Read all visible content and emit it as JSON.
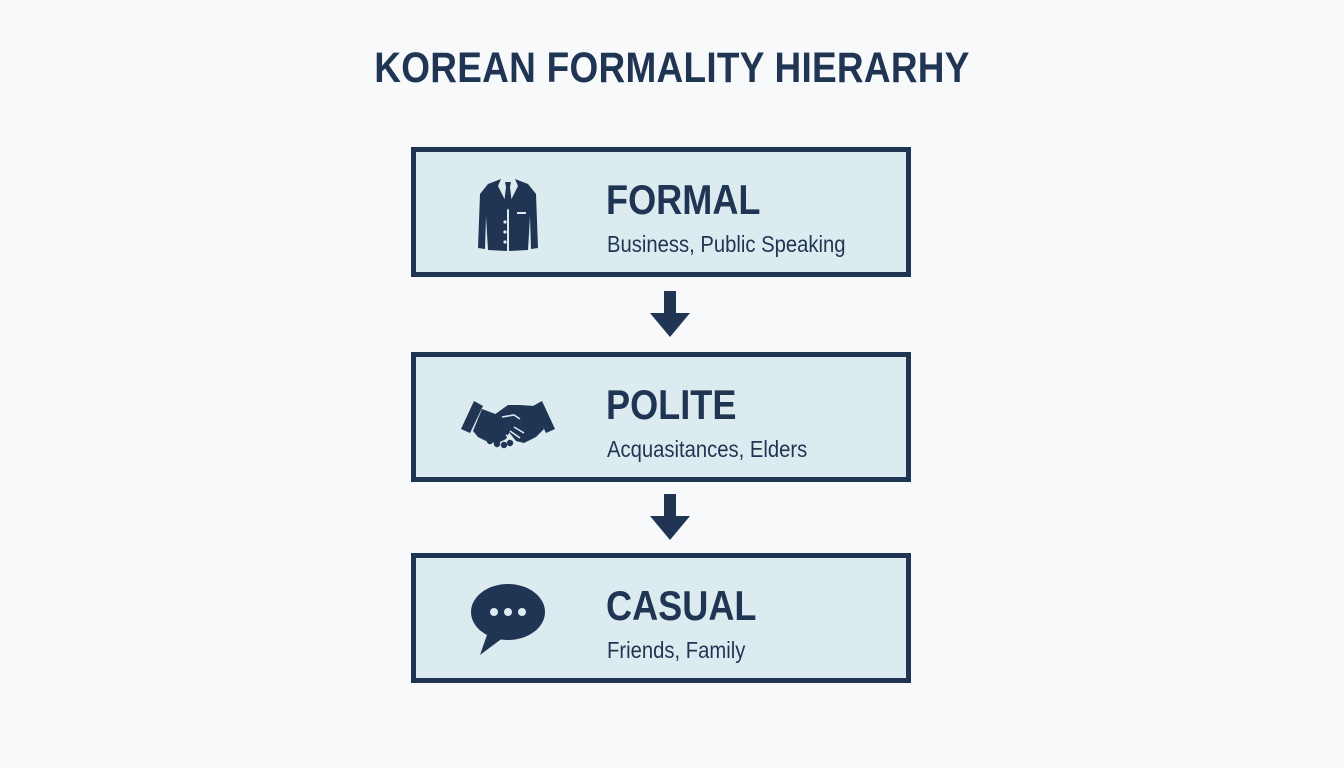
{
  "title": "KOREAN FORMALITY HIERARHY",
  "colors": {
    "navy": "#1f3553",
    "box_fill": "#dcebf0",
    "background": "#f7f9fa"
  },
  "levels": [
    {
      "icon": "suit-jacket-icon",
      "name": "FORMAL",
      "description": "Business, Public Speaking"
    },
    {
      "icon": "handshake-icon",
      "name": "POLITE",
      "description": "Acquasitances, Elders"
    },
    {
      "icon": "speech-bubble-icon",
      "name": "CASUAL",
      "description": "Friends, Family"
    }
  ]
}
